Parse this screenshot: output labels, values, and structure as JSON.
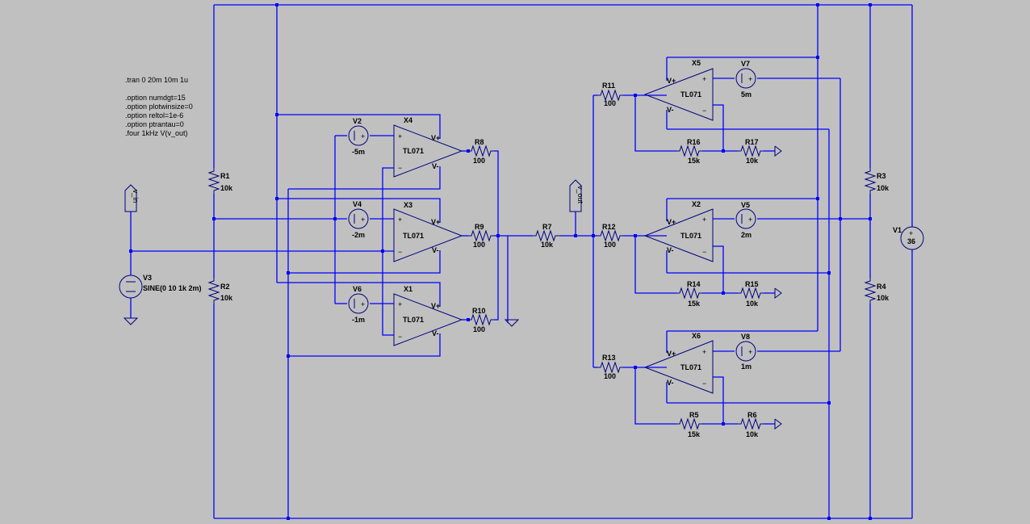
{
  "directives": [
    ".tran 0 20m 10m 1u",
    "",
    ".option numdgt=15",
    ".option plotwinsize=0",
    ".option reltol=1e-6",
    ".option ptrantau=0",
    ".four 1kHz V(v_out)"
  ],
  "net_labels": {
    "vin": "v_in",
    "vout": "v_out"
  },
  "opamps": [
    {
      "name": "X4",
      "model": "TL071",
      "vp": "V+",
      "vm": "V-"
    },
    {
      "name": "X3",
      "model": "TL071",
      "vp": "V+",
      "vm": "V-"
    },
    {
      "name": "X1",
      "model": "TL071",
      "vp": "V+",
      "vm": "V-"
    },
    {
      "name": "X5",
      "model": "TL071",
      "vp": "V+",
      "vm": "V-"
    },
    {
      "name": "X2",
      "model": "TL071",
      "vp": "V+",
      "vm": "V-"
    },
    {
      "name": "X6",
      "model": "TL071",
      "vp": "V+",
      "vm": "V-"
    }
  ],
  "sources": [
    {
      "name": "V2",
      "value": "-5m"
    },
    {
      "name": "V4",
      "value": "-2m"
    },
    {
      "name": "V6",
      "value": "-1m"
    },
    {
      "name": "V7",
      "value": "5m"
    },
    {
      "name": "V5",
      "value": "2m"
    },
    {
      "name": "V8",
      "value": "1m"
    },
    {
      "name": "V3",
      "value": "SINE(0 10 1k 2m)"
    },
    {
      "name": "V1",
      "value": "36"
    }
  ],
  "resistors": [
    {
      "name": "R1",
      "value": "10k"
    },
    {
      "name": "R2",
      "value": "10k"
    },
    {
      "name": "R3",
      "value": "10k"
    },
    {
      "name": "R4",
      "value": "10k"
    },
    {
      "name": "R8",
      "value": "100"
    },
    {
      "name": "R9",
      "value": "100"
    },
    {
      "name": "R10",
      "value": "100"
    },
    {
      "name": "R7",
      "value": "10k"
    },
    {
      "name": "R11",
      "value": "100"
    },
    {
      "name": "R12",
      "value": "100"
    },
    {
      "name": "R13",
      "value": "100"
    },
    {
      "name": "R16",
      "value": "15k"
    },
    {
      "name": "R17",
      "value": "10k"
    },
    {
      "name": "R14",
      "value": "15k"
    },
    {
      "name": "R15",
      "value": "10k"
    },
    {
      "name": "R5",
      "value": "15k"
    },
    {
      "name": "R6",
      "value": "10k"
    }
  ],
  "colors": {
    "background": "#c0c0c0",
    "wire": "#0000ff",
    "component": "#000080",
    "text": "#000000"
  }
}
